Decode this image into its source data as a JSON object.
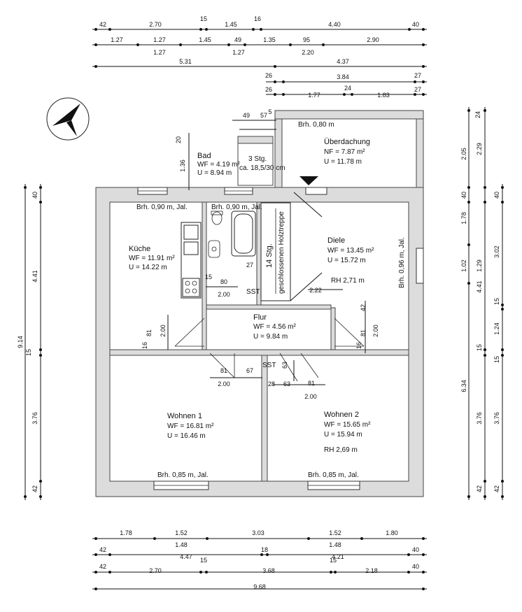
{
  "rooms": {
    "bad": {
      "name": "Bad",
      "wf": "WF = 4.19 m²",
      "u": "U = 8.94 m"
    },
    "kueche": {
      "name": "Küche",
      "wf": "WF = 11.91 m²",
      "u": "U = 14.22 m"
    },
    "diele": {
      "name": "Diele",
      "wf": "WF = 13.45 m²",
      "u": "U = 15.72 m",
      "rh": "RH 2,71 m"
    },
    "flur": {
      "name": "Flur",
      "wf": "WF = 4.56 m²",
      "u": "U = 9.84 m"
    },
    "wohnen1": {
      "name": "Wohnen 1",
      "wf": "WF = 16.81 m²",
      "u": "U = 16.46 m"
    },
    "wohnen2": {
      "name": "Wohnen 2",
      "wf": "WF = 15.65 m²",
      "u": "U = 15.94 m",
      "rh": "RH 2,69 m"
    },
    "ueberdachung": {
      "name": "Überdachung",
      "nf": "NF = 7.87 m²",
      "u": "U = 11.78 m"
    }
  },
  "annotations": {
    "brh_kueche": "Brh. 0,90 m, Jal.",
    "brh_bad": "Brh. 0,90 m, Jal.",
    "brh_ueberdachung": "Brh. 0,80 m",
    "brh_diele": "Brh. 0,96 m, Jal.",
    "brh_wohnen1": "Brh. 0,85 m, Jal.",
    "brh_wohnen2": "Brh. 0,85 m, Jal.",
    "stairs_outside_1": "3 Stg.",
    "stairs_outside_2": "ca. 18,5/30 cm",
    "stairs_inside_1": "14 Stg.",
    "stairs_inside_2": "geschlossenen Holztreppe",
    "sst_1": "SST",
    "sst_2": "SST"
  },
  "dims_top": {
    "r1": [
      "42",
      "2.70",
      "15",
      "1.45",
      "16",
      "4.40",
      "40"
    ],
    "r2": [
      "1.27",
      "1.27",
      "1.45",
      "49",
      "1.35",
      "95",
      "2.90"
    ],
    "r3": [
      "1.27",
      "1.27",
      "2.20"
    ],
    "r4": [
      "5.31",
      "4.37"
    ],
    "r5": [
      "26",
      "3.84",
      "27"
    ],
    "r6": [
      "26",
      "1.77",
      "24",
      "1.83",
      "27"
    ]
  },
  "dims_bottom": {
    "r1": [
      "1.78",
      "1.52",
      "3.03",
      "1.52",
      "1.80"
    ],
    "r1b": [
      "1.48",
      "1.48"
    ],
    "r2": [
      "42",
      "4.47",
      "18",
      "4.21",
      "40"
    ],
    "r3": [
      "42",
      "2.70",
      "15",
      "3.68",
      "15",
      "2.18",
      "40"
    ],
    "r3b": [
      "9.68"
    ]
  },
  "dims_left": {
    "outer": "9.14",
    "inner": [
      "40",
      "4.41",
      "15",
      "3.76",
      "42"
    ]
  },
  "dims_right": {
    "outer": "6.34",
    "c1": [
      "24",
      "2.05",
      "40",
      "1.78",
      "1.02",
      "4.41",
      "15",
      "3.76",
      "42"
    ],
    "c2": [
      "2.29",
      "40",
      "1.29",
      "15",
      "1.24",
      "15",
      "3.76",
      "42"
    ],
    "c3": [
      "3.02"
    ]
  },
  "dims_inner": {
    "bad_20": "20",
    "bad_136": "1.36",
    "ueb_49": "49",
    "ueb_57": "57",
    "ueb_5": "5",
    "k_81": "81",
    "k_200": "2.00",
    "k_16": "16",
    "k_15": "15",
    "k_80": "80",
    "k_200b": "2.00",
    "d_27": "27",
    "d_222": "2.22",
    "d_42": "42",
    "d_81": "81",
    "d_200": "2.00",
    "d_16": "16",
    "w1_81": "81",
    "w1_67": "67",
    "w1_200": "2.00",
    "w2_63": "63",
    "w2_28": "28",
    "w2_63b": "63",
    "w2_81": "81",
    "w2_200": "2.00"
  }
}
